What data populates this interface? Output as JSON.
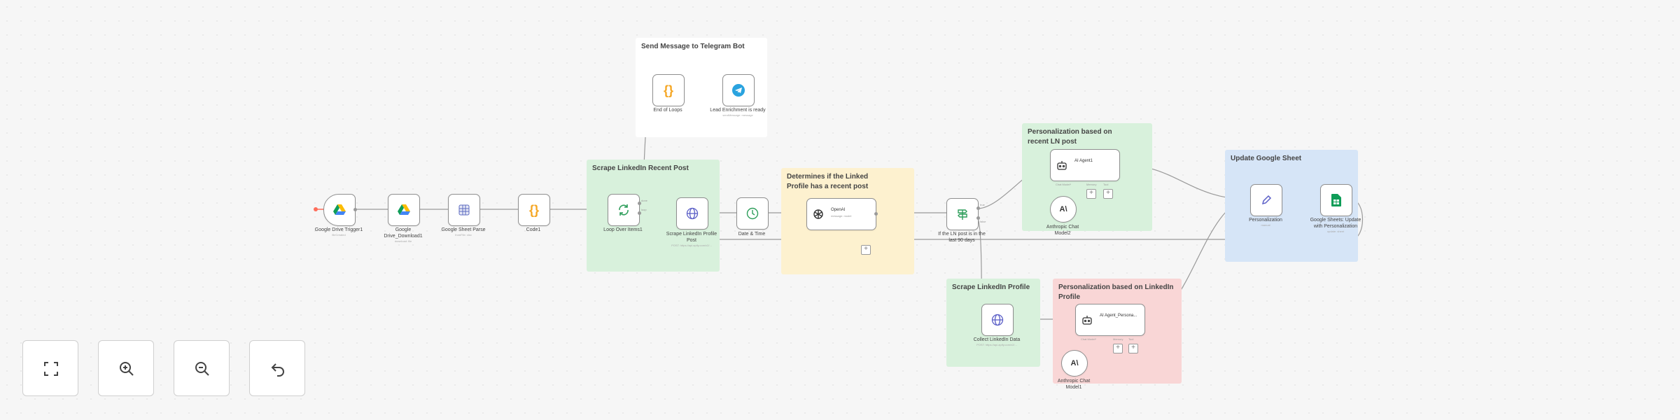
{
  "colors": {
    "canvas": "#f6f6f6",
    "sticky_white": "#ffffff",
    "sticky_green": "#d8f1dc",
    "sticky_yellow": "#fdf1cf",
    "sticky_blue": "#d6e5f7",
    "sticky_red": "#f9d6d6",
    "node_border": "#8f8f8f",
    "wire": "#9a9a9a"
  },
  "stickies": {
    "telegram": "Send Message to Telegram Bot",
    "scrape_post": "Scrape LinkedIn Recent Post",
    "determines": "Determines if the Linked Profile has a recent post",
    "personalization_post": "Personalization based on recent LN post",
    "update_sheet": "Update Google Sheet",
    "scrape_profile": "Scrape LinkedIn Profile",
    "personalization_profile": "Personalization based on LinkedIn Profile"
  },
  "nodes": {
    "drive_trigger": {
      "icon": "google-drive-icon",
      "label": "Google Drive Trigger1",
      "sub": "fileCreated"
    },
    "drive_download": {
      "icon": "google-drive-icon",
      "label": "Google Drive_Download1",
      "sub": "download: file"
    },
    "sheets_parse": {
      "icon": "google-sheets-icon",
      "label": "Google Sheet Parse",
      "sub": "fromFile: xlsx"
    },
    "code1": {
      "icon": "code-braces-icon",
      "label": "Code1"
    },
    "loop": {
      "icon": "loop-arrows-icon",
      "label": "Loop Over Items1",
      "out_done": "done",
      "out_loop": "loop"
    },
    "scrape_post": {
      "icon": "globe-icon",
      "label": "Scrape LinkedIn Profile Post",
      "sub": "POST: https://api.apify.com/v2/..."
    },
    "date_time": {
      "icon": "clock-icon",
      "label": "Date & Time"
    },
    "openai": {
      "icon": "openai-icon",
      "name": "OpenAI",
      "sub": "message: model"
    },
    "if_node": {
      "icon": "branch-sign-icon",
      "label": "If the LN post is in the last 90 days",
      "out_true": "true",
      "out_false": "false"
    },
    "ai_agent1": {
      "icon": "robot-icon",
      "name": "AI Agent1",
      "ports": [
        "Chat Model*",
        "Memory",
        "Tool"
      ]
    },
    "anthropic_model2": {
      "icon": "anthropic-icon",
      "label": "Anthropic Chat Model2"
    },
    "personalization": {
      "icon": "pencil-icon",
      "label": "Personalization",
      "sub": "manual"
    },
    "sheets_update": {
      "icon": "google-sheets-icon",
      "label": "Google Sheets: Update with Personalization",
      "sub": "update: sheet"
    },
    "end_loops": {
      "icon": "code-braces-icon",
      "label": "End of Loops"
    },
    "telegram": {
      "icon": "telegram-icon",
      "label": "Lead Enrichment is ready",
      "sub": "sendMessage: message"
    },
    "collect_data": {
      "icon": "globe-icon",
      "label": "Collect LinkedIn Data",
      "sub": "POST: https://api.apify.com/v2/..."
    },
    "ai_agent_persona": {
      "icon": "robot-icon",
      "name": "AI Agent_Persona...",
      "ports": [
        "Chat Model*",
        "Memory",
        "Tool"
      ]
    },
    "anthropic_model1": {
      "icon": "anthropic-icon",
      "label": "Anthropic Chat Model1"
    }
  },
  "controls": {
    "fit_view": "fit-view-icon",
    "zoom_in": "zoom-in-icon",
    "zoom_out": "zoom-out-icon",
    "reset": "undo-icon"
  }
}
